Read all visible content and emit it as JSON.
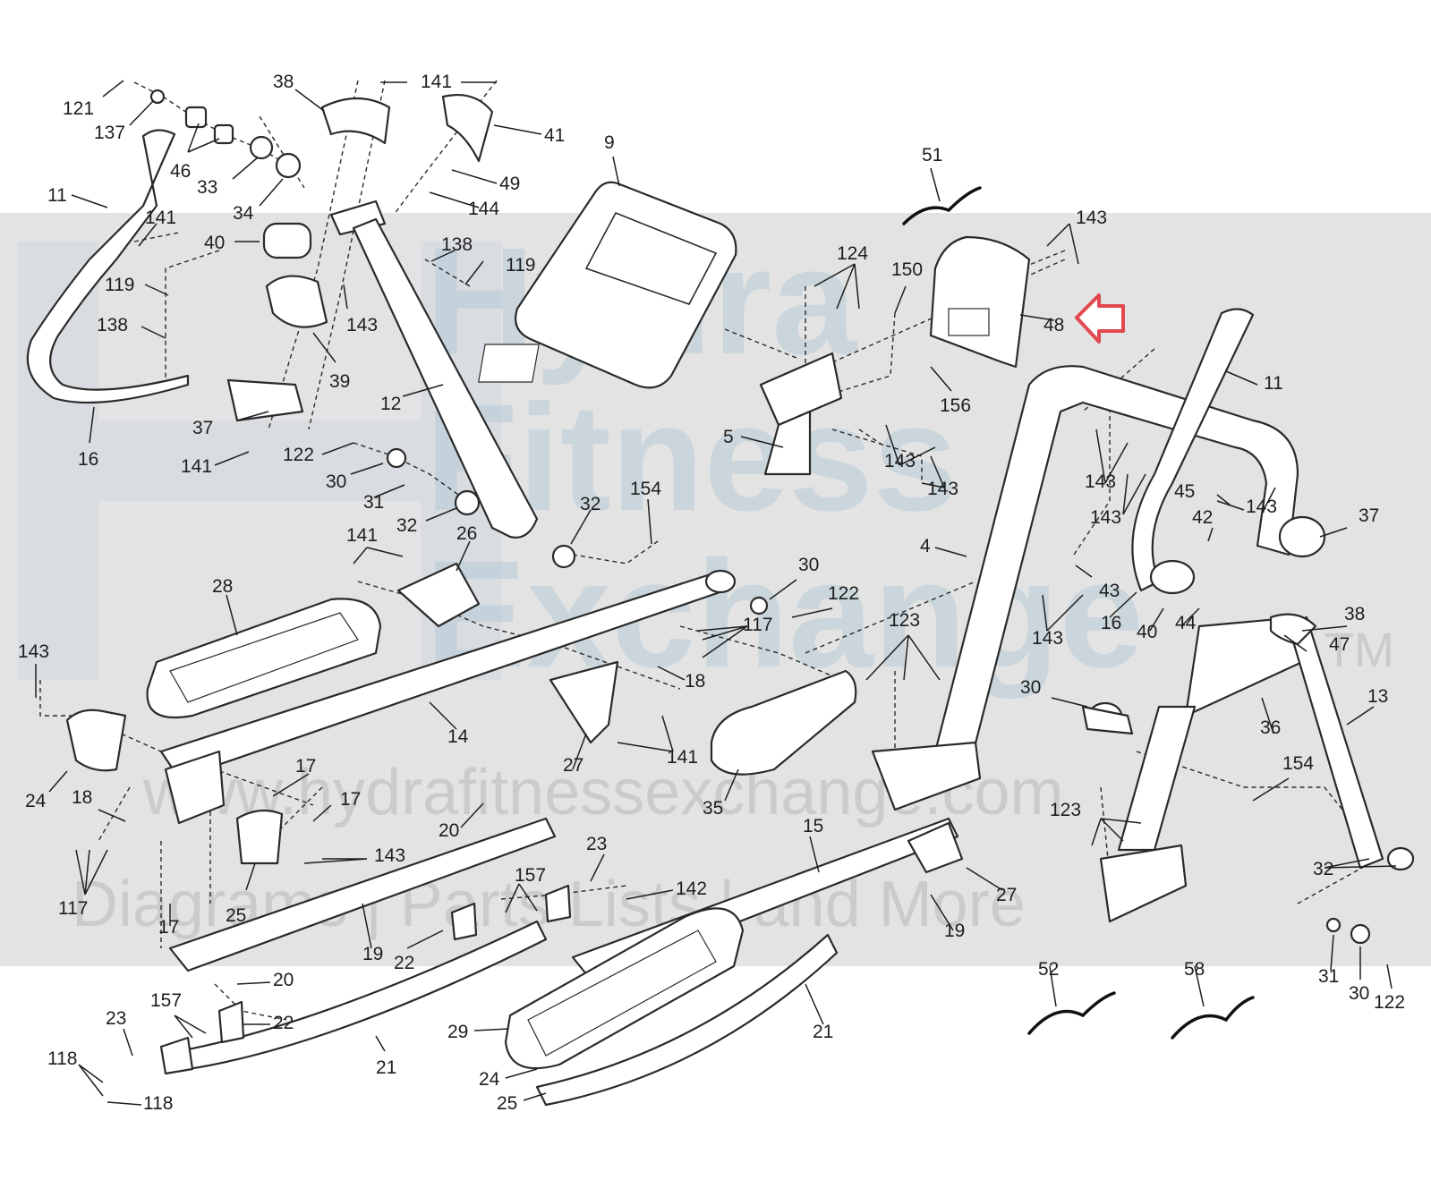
{
  "watermark": {
    "brand_line_1": "Hydra",
    "brand_line_2": "Fitness",
    "brand_line_3": "Exchange",
    "trademark": "TM",
    "url": "www.hydrafitnessexchange.com",
    "tagline": "Diagrams | Parts Lists | and More",
    "band_color": "#e3e3e3",
    "text_color": "#b7cad7"
  },
  "highlight": {
    "part_number": "48",
    "arrow_color": "#e1484f"
  },
  "part_labels": [
    {
      "id": "121-a",
      "text": "121"
    },
    {
      "id": "137-a",
      "text": "137"
    },
    {
      "id": "46-a",
      "text": "46"
    },
    {
      "id": "33-a",
      "text": "33"
    },
    {
      "id": "34-a",
      "text": "34"
    },
    {
      "id": "38-a",
      "text": "38"
    },
    {
      "id": "141-a",
      "text": "141"
    },
    {
      "id": "41-a",
      "text": "41"
    },
    {
      "id": "49-a",
      "text": "49"
    },
    {
      "id": "144-a",
      "text": "144"
    },
    {
      "id": "9-a",
      "text": "9"
    },
    {
      "id": "51-a",
      "text": "51"
    },
    {
      "id": "143-a",
      "text": "143"
    },
    {
      "id": "11-a",
      "text": "11"
    },
    {
      "id": "141-b",
      "text": "141"
    },
    {
      "id": "40-a",
      "text": "40"
    },
    {
      "id": "138-a",
      "text": "138"
    },
    {
      "id": "119-a",
      "text": "119"
    },
    {
      "id": "124-a",
      "text": "124"
    },
    {
      "id": "150-a",
      "text": "150"
    },
    {
      "id": "48-a",
      "text": "48"
    },
    {
      "id": "119-b",
      "text": "119"
    },
    {
      "id": "143-b",
      "text": "143"
    },
    {
      "id": "138-b",
      "text": "138"
    },
    {
      "id": "39-a",
      "text": "39"
    },
    {
      "id": "11-b",
      "text": "11"
    },
    {
      "id": "156-a",
      "text": "156"
    },
    {
      "id": "12-a",
      "text": "12"
    },
    {
      "id": "37-a",
      "text": "37"
    },
    {
      "id": "16-a",
      "text": "16"
    },
    {
      "id": "5-a",
      "text": "5"
    },
    {
      "id": "141-c",
      "text": "141"
    },
    {
      "id": "122-a",
      "text": "122"
    },
    {
      "id": "143-c",
      "text": "143"
    },
    {
      "id": "143-d",
      "text": "143"
    },
    {
      "id": "143-e",
      "text": "143"
    },
    {
      "id": "30-a",
      "text": "30"
    },
    {
      "id": "31-a",
      "text": "31"
    },
    {
      "id": "45-a",
      "text": "45"
    },
    {
      "id": "143-f",
      "text": "143"
    },
    {
      "id": "143-g",
      "text": "143"
    },
    {
      "id": "37-b",
      "text": "37"
    },
    {
      "id": "32-a",
      "text": "32"
    },
    {
      "id": "154-a",
      "text": "154"
    },
    {
      "id": "32-b",
      "text": "32"
    },
    {
      "id": "42-a",
      "text": "42"
    },
    {
      "id": "141-d",
      "text": "141"
    },
    {
      "id": "26-a",
      "text": "26"
    },
    {
      "id": "4-a",
      "text": "4"
    },
    {
      "id": "30-b",
      "text": "30"
    },
    {
      "id": "28-a",
      "text": "28"
    },
    {
      "id": "122-b",
      "text": "122"
    },
    {
      "id": "43-a",
      "text": "43"
    },
    {
      "id": "117-a",
      "text": "117"
    },
    {
      "id": "123-a",
      "text": "123"
    },
    {
      "id": "16-b",
      "text": "16"
    },
    {
      "id": "40-b",
      "text": "40"
    },
    {
      "id": "44-a",
      "text": "44"
    },
    {
      "id": "38-b",
      "text": "38"
    },
    {
      "id": "143-h",
      "text": "143"
    },
    {
      "id": "47-a",
      "text": "47"
    },
    {
      "id": "143-i",
      "text": "143"
    },
    {
      "id": "18-a",
      "text": "18"
    },
    {
      "id": "30-c",
      "text": "30"
    },
    {
      "id": "13-a",
      "text": "13"
    },
    {
      "id": "14-a",
      "text": "14"
    },
    {
      "id": "36-a",
      "text": "36"
    },
    {
      "id": "141-e",
      "text": "141"
    },
    {
      "id": "27-a",
      "text": "27"
    },
    {
      "id": "17-a",
      "text": "17"
    },
    {
      "id": "24-a",
      "text": "24"
    },
    {
      "id": "18-b",
      "text": "18"
    },
    {
      "id": "17-b",
      "text": "17"
    },
    {
      "id": "35-a",
      "text": "35"
    },
    {
      "id": "154-b",
      "text": "154"
    },
    {
      "id": "20-a",
      "text": "20"
    },
    {
      "id": "143-j",
      "text": "143"
    },
    {
      "id": "15-a",
      "text": "15"
    },
    {
      "id": "123-b",
      "text": "123"
    },
    {
      "id": "23-a",
      "text": "23"
    },
    {
      "id": "117-b",
      "text": "117"
    },
    {
      "id": "25-a",
      "text": "25"
    },
    {
      "id": "157-a",
      "text": "157"
    },
    {
      "id": "142-a",
      "text": "142"
    },
    {
      "id": "27-b",
      "text": "27"
    },
    {
      "id": "32-c",
      "text": "32"
    },
    {
      "id": "17-c",
      "text": "17"
    },
    {
      "id": "19-a",
      "text": "19"
    },
    {
      "id": "22-a",
      "text": "22"
    },
    {
      "id": "19-b",
      "text": "19"
    },
    {
      "id": "20-b",
      "text": "20"
    },
    {
      "id": "52-a",
      "text": "52"
    },
    {
      "id": "58-a",
      "text": "58"
    },
    {
      "id": "31-b",
      "text": "31"
    },
    {
      "id": "30-d",
      "text": "30"
    },
    {
      "id": "122-c",
      "text": "122"
    },
    {
      "id": "23-b",
      "text": "23"
    },
    {
      "id": "157-b",
      "text": "157"
    },
    {
      "id": "22-b",
      "text": "22"
    },
    {
      "id": "29-a",
      "text": "29"
    },
    {
      "id": "21-a",
      "text": "21"
    },
    {
      "id": "118-a",
      "text": "118"
    },
    {
      "id": "21-b",
      "text": "21"
    },
    {
      "id": "24-b",
      "text": "24"
    },
    {
      "id": "118-b",
      "text": "118"
    },
    {
      "id": "25-b",
      "text": "25"
    }
  ]
}
